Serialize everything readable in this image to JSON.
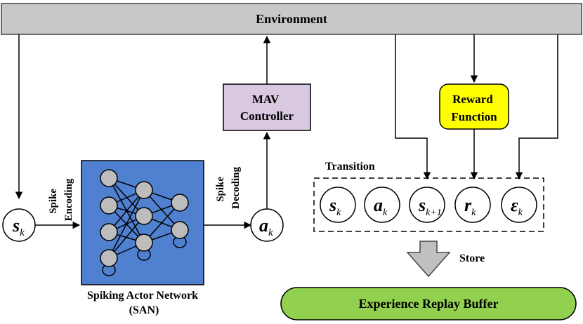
{
  "environment": {
    "label": "Environment",
    "fill": "#c8c8c8"
  },
  "mav_controller": {
    "line1": "MAV",
    "line2": "Controller",
    "fill": "#d9c9e0"
  },
  "reward_function": {
    "line1": "Reward",
    "line2": "Function",
    "fill": "#ffff00"
  },
  "state_node": {
    "symbol": "s",
    "subscript": "k"
  },
  "action_node": {
    "symbol": "a",
    "subscript": "k"
  },
  "spike_encoding": {
    "line1": "Spike",
    "line2": "Encoding"
  },
  "spike_decoding": {
    "line1": "Spike",
    "line2": "Decoding"
  },
  "network": {
    "caption_line1": "Spiking Actor Network",
    "caption_line2": "(SAN)",
    "fill": "#4f81d0",
    "neuron_fill": "#bdbdbd"
  },
  "transition": {
    "label": "Transition",
    "items": [
      {
        "symbol": "s",
        "subscript": "k"
      },
      {
        "symbol": "a",
        "subscript": "k"
      },
      {
        "symbol": "s",
        "subscript": "k+1"
      },
      {
        "symbol": "r",
        "subscript": "k"
      },
      {
        "symbol": "ε",
        "subscript": "k"
      }
    ]
  },
  "store": {
    "label": "Store",
    "arrow_fill": "#c0c0c0"
  },
  "replay_buffer": {
    "label": "Experience Replay Buffer",
    "fill": "#92d050"
  }
}
